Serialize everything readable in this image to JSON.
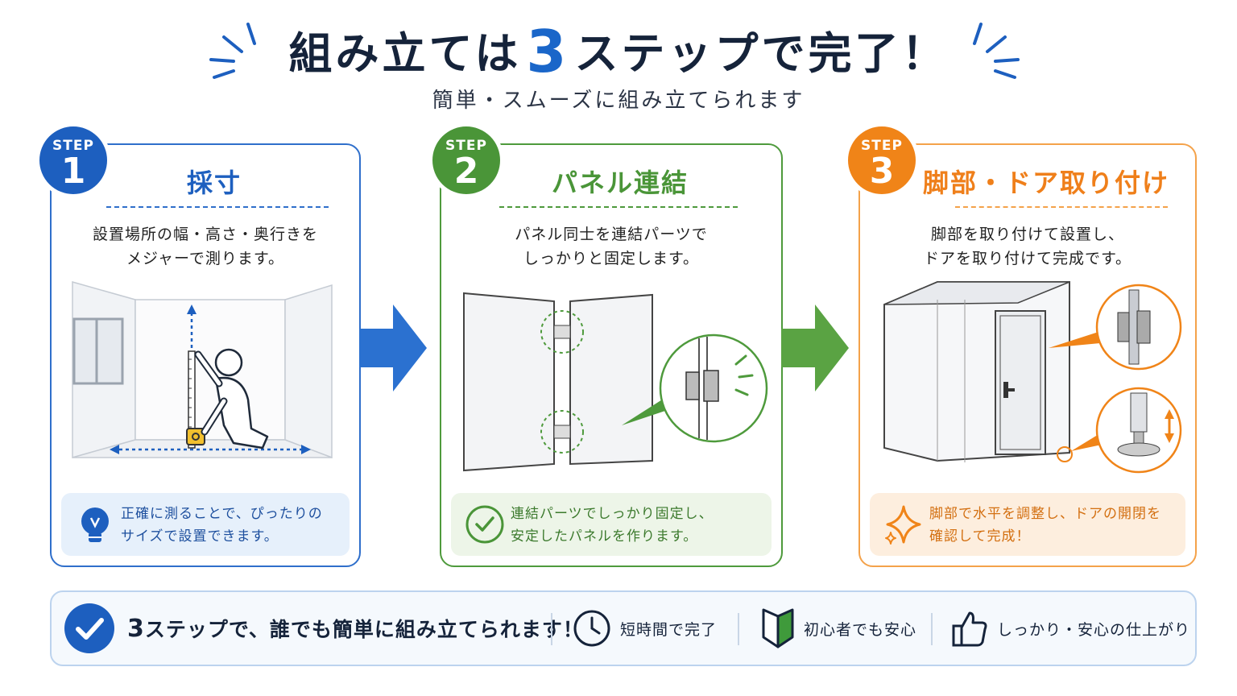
{
  "header": {
    "title_before": "組み立ては",
    "title_number": "3",
    "title_after": "ステップで完了！",
    "subtitle": "簡単・スムーズに組み立てられます"
  },
  "steps": [
    {
      "badge_label": "STEP",
      "badge_number": "1",
      "title": "採寸",
      "desc_line1": "設置場所の幅・高さ・奥行きを",
      "desc_line2": "メジャーで測ります。",
      "tip_line1": "正確に測ることで、ぴったりの",
      "tip_line2": "サイズで設置できます。",
      "tip_icon": "lightbulb-icon",
      "color": "#1d5fbf"
    },
    {
      "badge_label": "STEP",
      "badge_number": "2",
      "title": "パネル連結",
      "desc_line1": "パネル同士を連結パーツで",
      "desc_line2": "しっかりと固定します。",
      "tip_line1": "連結パーツでしっかり固定し、",
      "tip_line2": "安定したパネルを作ります。",
      "tip_icon": "check-circle-icon",
      "color": "#4a9538"
    },
    {
      "badge_label": "STEP",
      "badge_number": "3",
      "title": "脚部・ドア取り付け",
      "desc_line1": "脚部を取り付けて設置し、",
      "desc_line2": "ドアを取り付けて完成です。",
      "tip_line1": "脚部で水平を調整し、ドアの開閉を",
      "tip_line2": "確認して完成！",
      "tip_icon": "sparkle-icon",
      "color": "#f08418"
    }
  ],
  "bottom": {
    "main_number": "3",
    "main_text": "ステップで、誰でも簡単に組み立てられます！",
    "features": [
      {
        "icon": "clock-icon",
        "label": "短時間で完了"
      },
      {
        "icon": "beginner-mark-icon",
        "label": "初心者でも安心"
      },
      {
        "icon": "thumbs-up-icon",
        "label": "しっかり・安心の仕上がり"
      }
    ]
  },
  "colors": {
    "blue": "#1d5fbf",
    "green": "#4a9538",
    "orange": "#f08418",
    "navy": "#15233a"
  }
}
